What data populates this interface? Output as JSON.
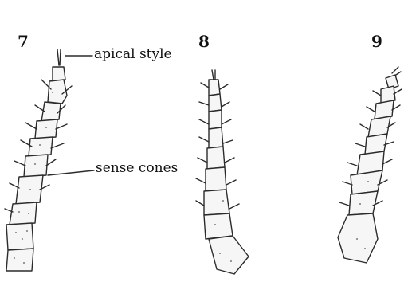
{
  "figures": [
    {
      "number": "7"
    },
    {
      "number": "8"
    },
    {
      "number": "9"
    }
  ],
  "annotations": {
    "apical_style": "apical style",
    "sense_cones": "sense cones"
  }
}
